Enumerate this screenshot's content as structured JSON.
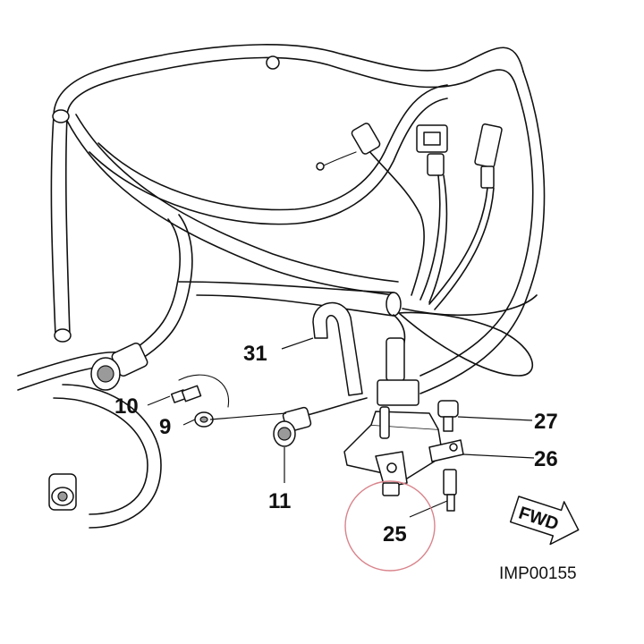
{
  "callouts": {
    "c10": "10",
    "c9": "9",
    "c11": "11",
    "c31": "31",
    "c27": "27",
    "c26": "26",
    "c25": "25"
  },
  "direction_label": "FWD",
  "reference_code": "IMP00155",
  "colors": {
    "line": "#111111",
    "highlight_circle": "#d9838b",
    "shade": "#9a9a9a"
  }
}
